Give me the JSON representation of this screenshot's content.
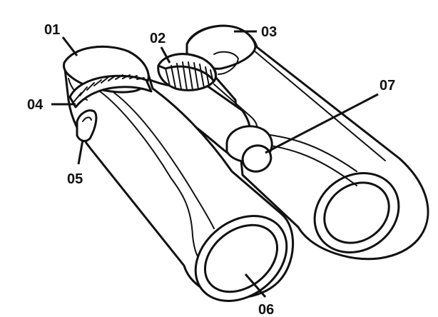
{
  "callouts": [
    {
      "id": "01",
      "label": "01"
    },
    {
      "id": "02",
      "label": "02"
    },
    {
      "id": "03",
      "label": "03"
    },
    {
      "id": "04",
      "label": "04"
    },
    {
      "id": "05",
      "label": "05"
    },
    {
      "id": "06",
      "label": "06"
    },
    {
      "id": "07",
      "label": "07"
    }
  ]
}
